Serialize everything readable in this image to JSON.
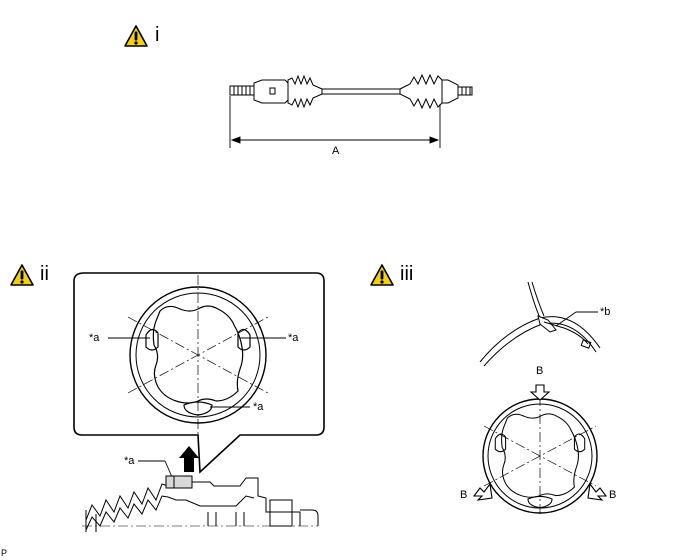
{
  "sections": {
    "i": {
      "label": "i"
    },
    "ii": {
      "label": "ii"
    },
    "iii": {
      "label": "iii"
    }
  },
  "dimension_label": "A",
  "callouts": {
    "a_left": "*a",
    "a_right": "*a",
    "a_bottom": "*a",
    "a_boot": "*a",
    "b": "*b"
  },
  "arrows": {
    "b_top": "B",
    "b_left": "B",
    "b_right": "B"
  },
  "footer_code": "P",
  "icons": {
    "caution": "caution-triangle-icon",
    "up_arrow": "up-arrow-icon",
    "press_arrow": "press-arrow-icon"
  },
  "colors": {
    "caution_fill": "#f2cf1f",
    "line": "#000000"
  }
}
